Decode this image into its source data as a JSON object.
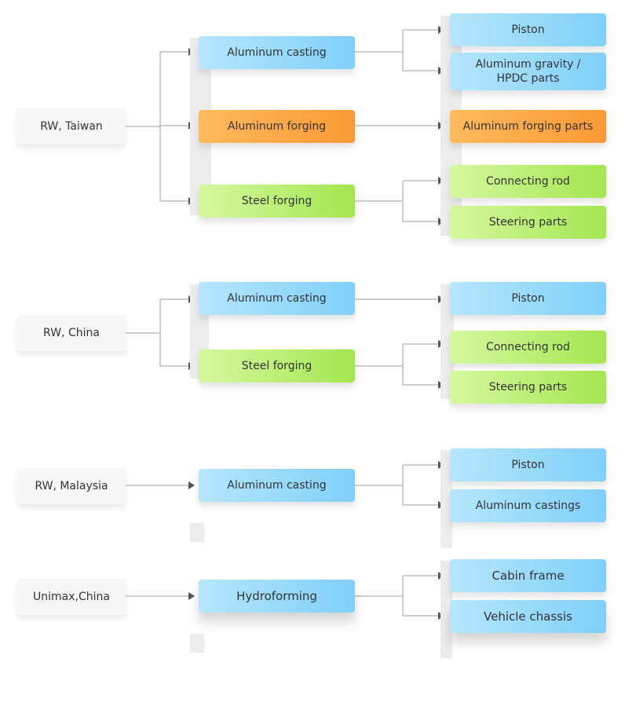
{
  "groups": [
    {
      "source": "RW, Taiwan",
      "processes": [
        {
          "label": "Aluminum casting",
          "color": "blue",
          "products": [
            "Piston",
            "Aluminum gravity /\nHPDC parts"
          ]
        },
        {
          "label": "Aluminum forging",
          "color": "orange",
          "products": [
            "Aluminum forging parts"
          ]
        },
        {
          "label": "Steel forging",
          "color": "green",
          "products": [
            "Connecting rod",
            "Steering parts"
          ]
        }
      ]
    },
    {
      "source": "RW, China",
      "processes": [
        {
          "label": "Aluminum casting",
          "color": "blue",
          "products": [
            "Piston"
          ]
        },
        {
          "label": "Steel forging",
          "color": "green",
          "products": [
            "Connecting rod",
            "Steering parts"
          ]
        }
      ]
    },
    {
      "source": "RW, Malaysia",
      "processes": [
        {
          "label": "Aluminum casting",
          "color": "blue",
          "products": [
            "Piston",
            "Aluminum castings"
          ]
        }
      ]
    },
    {
      "source": "Unimax,China",
      "processes": [
        {
          "label": "Hydroforming",
          "color": "blue",
          "products": [
            "Cabin frame",
            "Vehicle chassis"
          ]
        }
      ]
    }
  ],
  "colors": {
    "blue": "#8fd6fa",
    "orange": "#fca447",
    "green": "#b4ec6a",
    "source_bg": "#f7f7f7",
    "connector": "#9e9e9e",
    "arrow": "#555555",
    "bar": "#ececec"
  }
}
